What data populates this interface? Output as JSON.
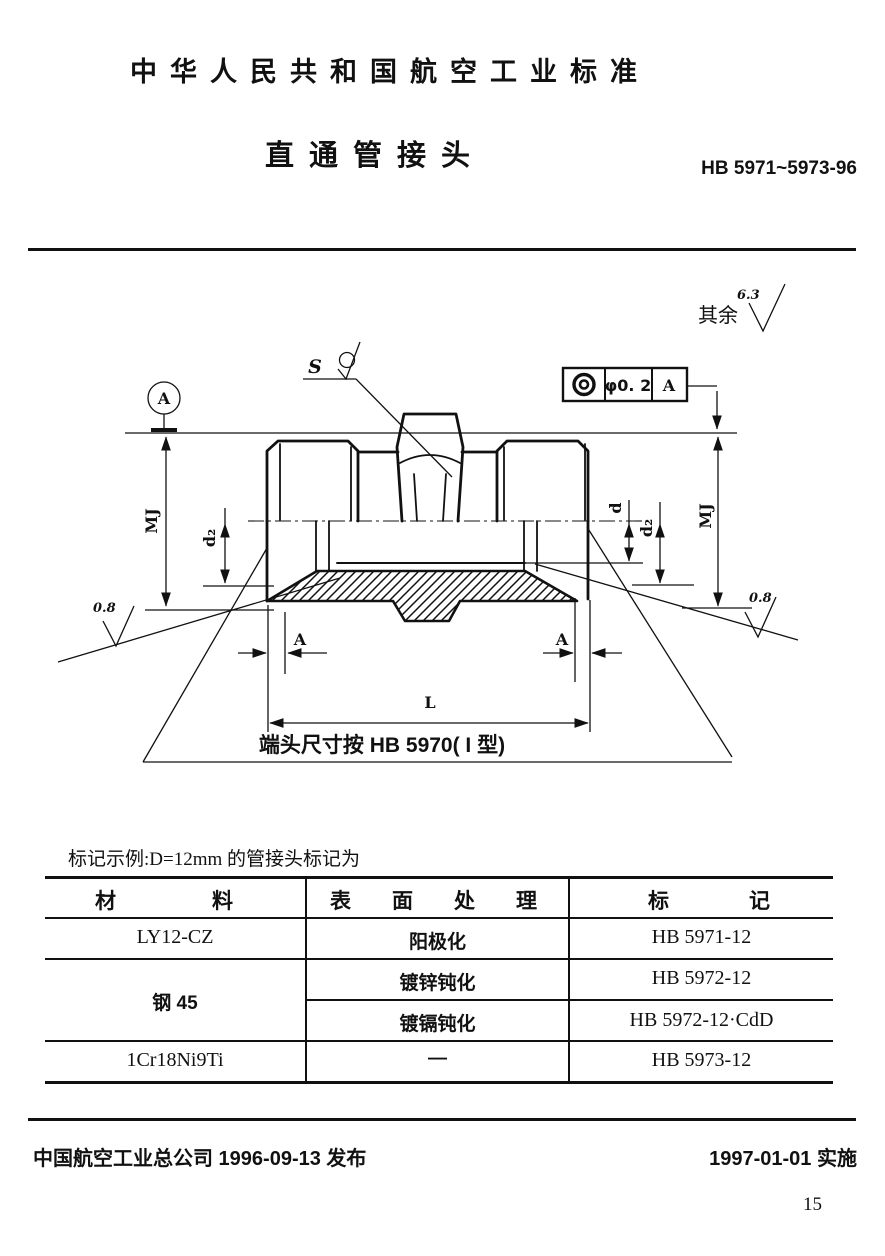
{
  "document": {
    "org_line": "中华人民共和国航空工业标准",
    "title": "直通管接头",
    "standard_no": "HB 5971~5973-96",
    "example_line": "标记示例:D=12mm 的管接头标记为",
    "page_number": "15",
    "footer": {
      "publisher_line": "中国航空工业总公司 1996-09-13 发布",
      "implementation_line": "1997-01-01 实施"
    }
  },
  "drawing": {
    "general_roughness_prefix": "其余",
    "general_roughness_value": "6.3",
    "hex_width_label": "S",
    "datum_label": "A",
    "tolerance_frame": {
      "symbol": "concentricity",
      "value": "φ0. 2",
      "datum": "A"
    },
    "labels": {
      "mj": "MJ",
      "d": "d",
      "d2": "d₂",
      "a": "A",
      "l": "L"
    },
    "roughness_end": "0.8",
    "note": "端头尺寸按 HB 5970( I 型)"
  },
  "table": {
    "headers": {
      "material": "材料",
      "surface_treatment": "表面处理",
      "marking": "标记"
    },
    "rows": [
      {
        "material": "LY12-CZ",
        "treatment": "阳极化",
        "marking": "HB 5971-12"
      },
      {
        "material": "钢 45",
        "treatment": "镀锌钝化",
        "marking": "HB 5972-12"
      },
      {
        "treatment": "镀镉钝化",
        "marking": "HB 5972-12·CdD"
      },
      {
        "material": "1Cr18Ni9Ti",
        "treatment": "—",
        "marking": "HB 5973-12"
      }
    ]
  }
}
